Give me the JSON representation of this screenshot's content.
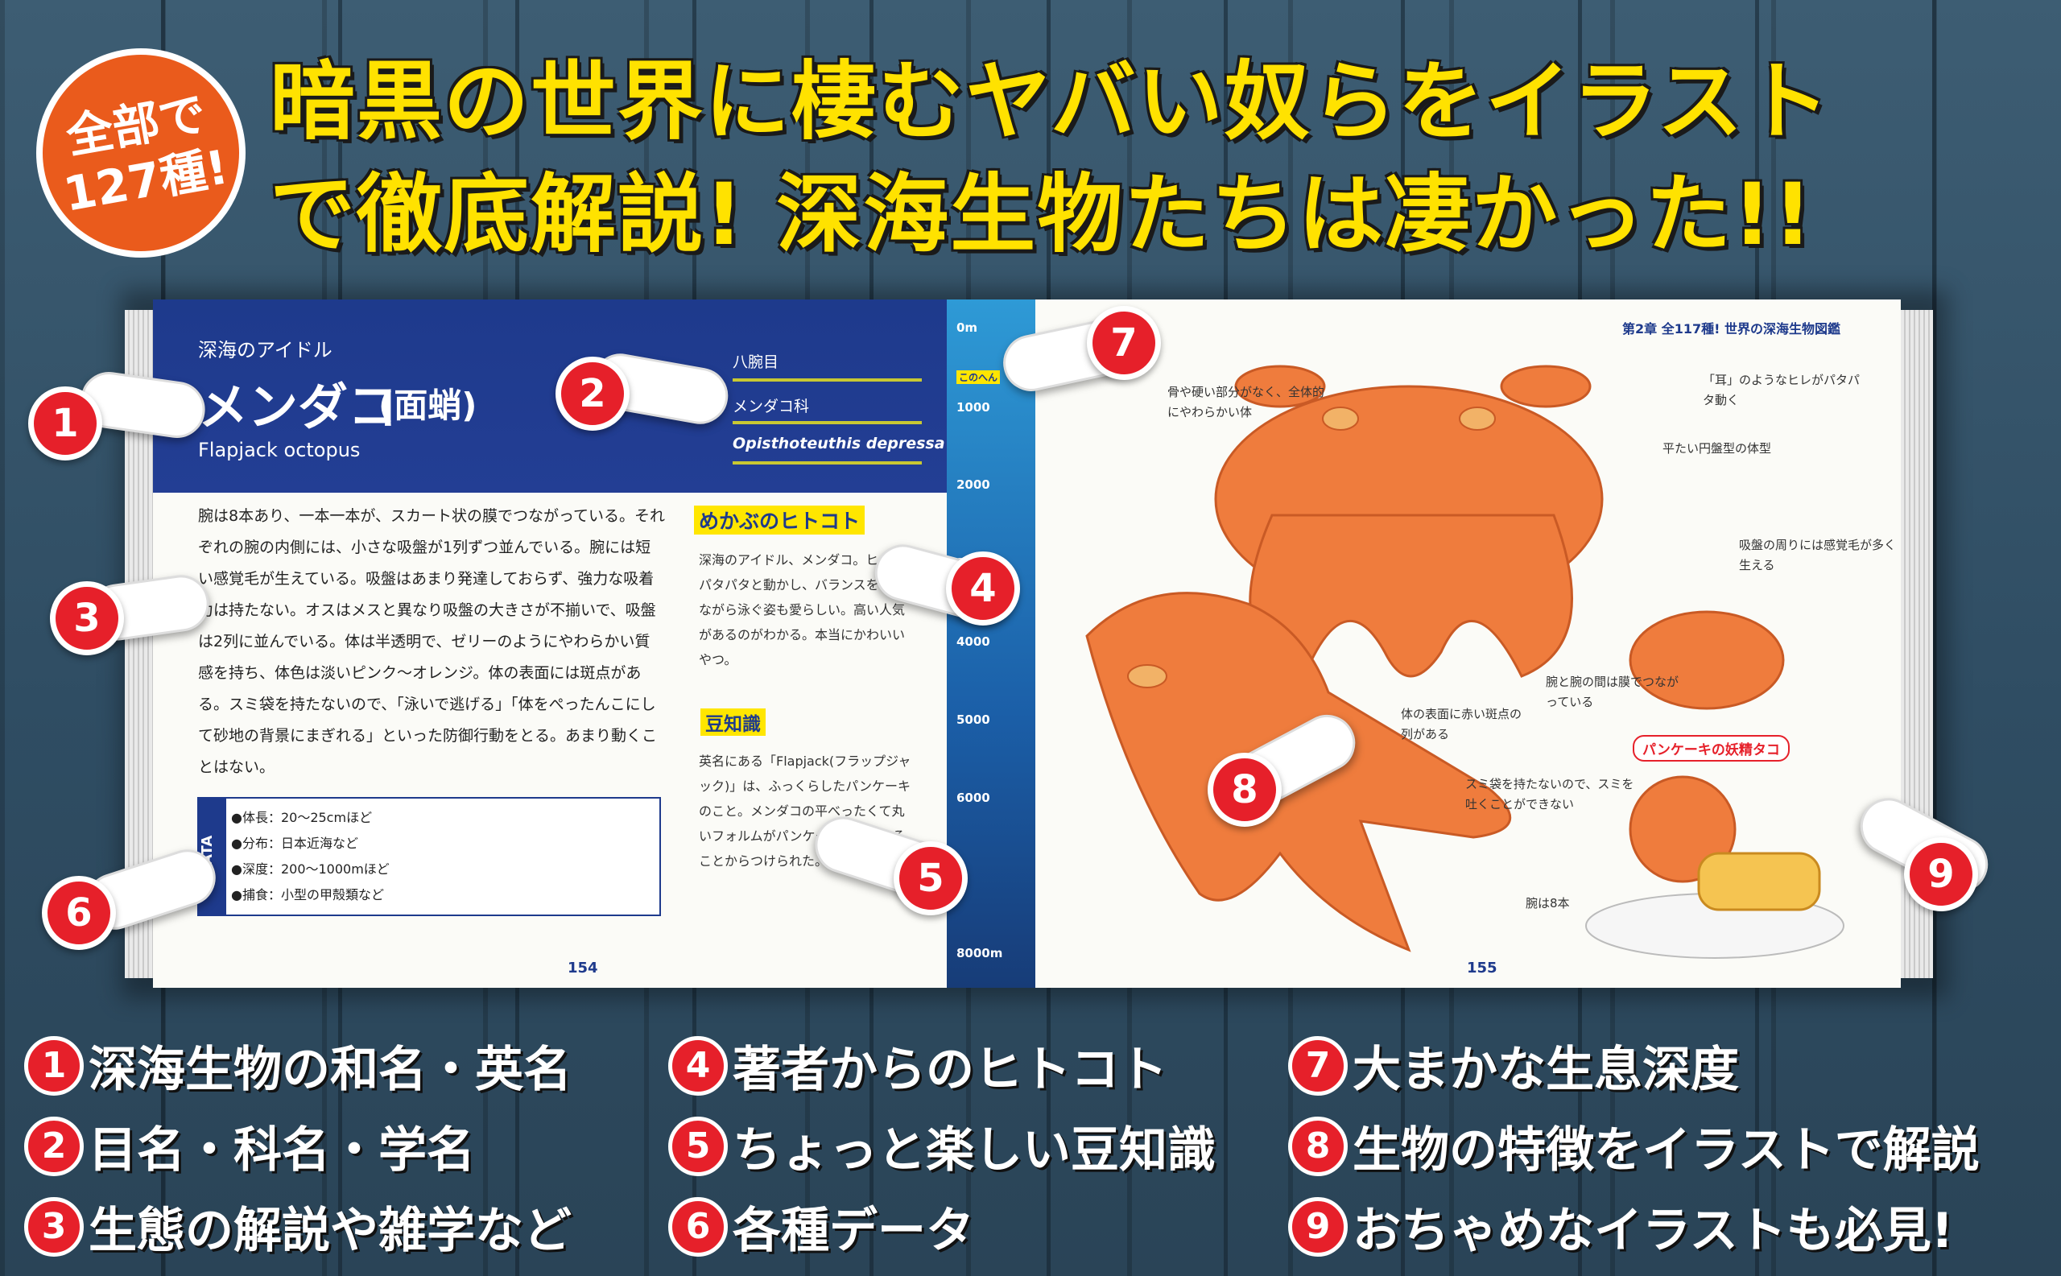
{
  "badge": {
    "line1": "全部で",
    "line2": "127種!"
  },
  "headline": {
    "line1": "暗黒の世界に棲むヤバい奴らをイラスト",
    "line2": "で徹底解説! 深海生物たちは凄かった!!"
  },
  "left_page": {
    "kicker": "深海のアイドル",
    "name_ja": "メンダコ",
    "name_kanji": "(面蛸)",
    "name_en": "Flapjack octopus",
    "order": "八腕目",
    "family": "メンダコ科",
    "scientific": "Opisthoteuthis depressa",
    "body": "腕は8本あり、一本一本が、スカート状の膜でつながっている。それぞれの腕の内側には、小さな吸盤が1列ずつ並んでいる。腕には短い感覚毛が生えている。吸盤はあまり発達しておらず、強力な吸着力は持たない。オスはメスと異なり吸盤の大きさが不揃いで、吸盤は2列に並んでいる。体は半透明で、ゼリーのようにやわらかい質感を持ち、体色は淡いピンク〜オレンジ。体の表面には斑点がある。スミ袋を持たないので、「泳いで逃げる」「体をぺったんこにして砂地の背景にまぎれる」といった防御行動をとる。あまり動くことはない。",
    "author_title": "めかぶのヒトコト",
    "author_text": "深海のアイドル、メンダコ。ヒレをパタパタと動かし、バランスをとりながら泳ぐ姿も愛らしい。高い人気があるのがわかる。本当にかわいいやつ。",
    "trivia_title": "豆知識",
    "trivia_text": "英名にある「Flapjack(フラップジャック)」は、ふっくらしたパンケーキのこと。メンダコの平べったくて丸いフォルムがパンケーキに似ていることからつけられた。",
    "data_tag": "DATA",
    "data": [
      "●体長：20〜25cmほど",
      "●分布：日本近海など",
      "●深度：200〜1000mほど",
      "●捕食：小型の甲殻類など"
    ],
    "page_number": "154"
  },
  "depth_scale": {
    "labels": [
      "0m",
      "1000",
      "2000",
      "3000",
      "4000",
      "5000",
      "6000",
      "8000m"
    ],
    "here_label": "このへん"
  },
  "right_page": {
    "chapter": "第2章 全117種! 世界の深海生物図鑑",
    "annotations": [
      "骨や硬い部分がなく、全体的にやわらかい体",
      "「耳」のようなヒレがパタパタ動く",
      "平たい円盤型の体型",
      "吸盤の周りには感覚毛が多く生える",
      "腕と腕の間は膜でつながっている",
      "体の表面に赤い斑点の列がある",
      "スミ袋を持たないので、スミを吐くことができない",
      "腕は8本"
    ],
    "pancake_label": "パンケーキの妖精タコ",
    "page_number": "155"
  },
  "callouts": [
    "1",
    "2",
    "3",
    "4",
    "5",
    "6",
    "7",
    "8",
    "9"
  ],
  "legend": [
    {
      "num": "1",
      "text": "深海生物の和名・英名"
    },
    {
      "num": "2",
      "text": "目名・科名・学名"
    },
    {
      "num": "3",
      "text": "生態の解説や雑学など"
    },
    {
      "num": "4",
      "text": "著者からのヒトコト"
    },
    {
      "num": "5",
      "text": "ちょっと楽しい豆知識"
    },
    {
      "num": "6",
      "text": "各種データ"
    },
    {
      "num": "7",
      "text": "大まかな生息深度"
    },
    {
      "num": "8",
      "text": "生物の特徴をイラストで解説"
    },
    {
      "num": "9",
      "text": "おちゃめなイラストも必見!"
    }
  ],
  "colors": {
    "headline": "#ffe200",
    "badge": "#ea5b1c",
    "callout": "#e6202a",
    "header": "#1e3a8c",
    "octopus": "#ef7c3d"
  }
}
